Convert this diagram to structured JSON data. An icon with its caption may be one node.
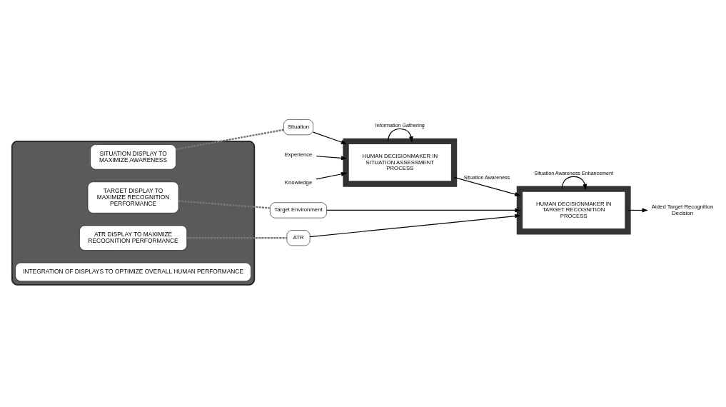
{
  "diagram": {
    "nodes": [
      {
        "text": [
          "Knowledge"
        ]
      },
      {
        "text": [
          "Experience"
        ]
      },
      {
        "text": [
          "HUMAN DECISIONMAKER IN SITUATION ASSESSMENT PROCESS"
        ]
      },
      {
        "text": [
          "Situation"
        ]
      },
      {
        "text": [
          "Target Environment"
        ]
      },
      {
        "text": [
          "ATR"
        ]
      },
      {
        "text": [
          "HUMAN DECISIONMAKER IN TARGET RECOGNITION PROCESS"
        ]
      },
      {
        "text": [
          "Aided Target Recognition Decision"
        ]
      },
      {
        "text": [],
        "shape": "box"
      },
      {
        "text": [
          "SITUATION DISPLAY TO MAXIMIZE AWARENESS"
        ],
        "in": 8
      },
      {
        "text": [
          "TARGET DISPLAY TO MAXIMIZE RECOGNITION PERFORMANCE"
        ],
        "in": 8
      },
      {
        "text": [
          "ATR DISPLAY TO MAXIMIZE RECOGNITION PERFORMANCE"
        ],
        "in": 8
      },
      {
        "text": [
          "INTEGRATION OF DISPLAYS TO OPTIMIZE OVERALL HUMAN PERFORMANCE"
        ],
        "in": 8
      }
    ],
    "edges": [
      {
        "from": 0,
        "to": 2,
        "arrow": "to"
      },
      {
        "from": 1,
        "to": 2,
        "arrow": "to"
      },
      {
        "from": 3,
        "to": 2,
        "arrow": "to"
      },
      {
        "from": 2,
        "to": 6,
        "arrow": "to",
        "label": "Situation Awareness"
      },
      {
        "from": 4,
        "to": 6,
        "arrow": "to"
      },
      {
        "from": 5,
        "to": 6,
        "arrow": "to"
      },
      {
        "from": 6,
        "to": 7,
        "arrow": "to"
      },
      {
        "from": 2,
        "to": 2,
        "arrow": "to",
        "label": "Information Gathering"
      },
      {
        "from": 6,
        "to": 6,
        "arrow": "to",
        "label": "Situation Awareness Enhancement"
      },
      {
        "from": 9,
        "to": 3,
        "arrow": "none",
        "style": "dashed",
        "color": "#777777"
      },
      {
        "from": 10,
        "to": 4,
        "arrow": "none",
        "style": "dashed",
        "color": "#777777"
      },
      {
        "from": 11,
        "to": 5,
        "arrow": "none",
        "style": "dashed",
        "color": "#777777"
      }
    ]
  }
}
